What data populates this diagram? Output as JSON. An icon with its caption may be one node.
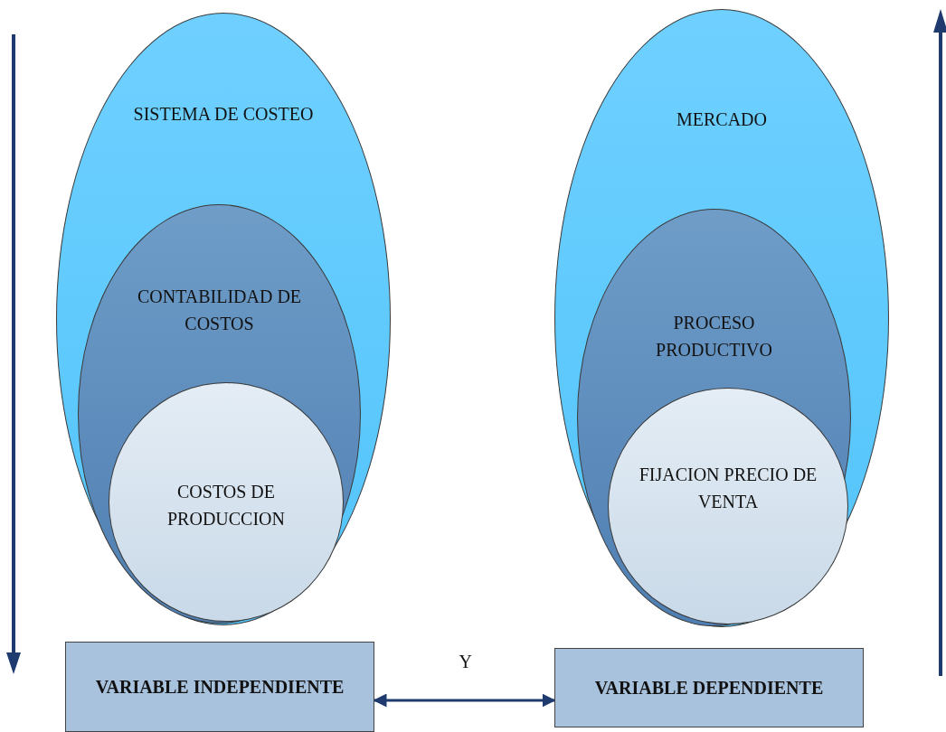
{
  "diagram": {
    "nodes": [
      {
        "text": [
          "SISTEMA DE COSTEO"
        ]
      },
      {
        "text": [
          "CONTABILIDAD DE COSTOS"
        ],
        "in": 0
      },
      {
        "text": [
          "COSTOS DE PRODUCCION"
        ],
        "in": 1
      },
      {
        "text": [
          "MERCADO"
        ]
      },
      {
        "text": [
          "PROCESO PRODUCTIVO"
        ],
        "in": 3
      },
      {
        "text": [
          "FIJACION PRECIO DE VENTA"
        ],
        "in": 4
      },
      {
        "text": [
          "VARIABLE INDEPENDIENTE"
        ]
      },
      {
        "text": [
          "VARIABLE DEPENDIENTE"
        ]
      }
    ],
    "edges": [
      {
        "from": 6,
        "to": 7,
        "arrow": "both",
        "label": "Y"
      }
    ]
  }
}
